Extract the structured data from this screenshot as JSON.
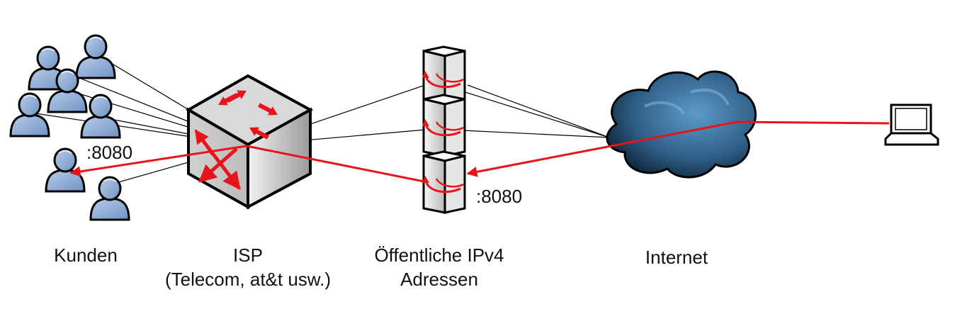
{
  "labels": {
    "kunden": "Kunden",
    "isp_line1": "ISP",
    "isp_line2": "(Telecom, at&t usw.)",
    "public_line1": "Öffentliche IPv4",
    "public_line2": "Adressen",
    "internet": "Internet"
  },
  "ports": {
    "client_port": ":8080",
    "server_port": ":8080"
  },
  "icons": {
    "users": "user-icon",
    "router": "router-switch-icon",
    "servers": "server-icon",
    "cloud": "cloud-icon",
    "laptop": "laptop-icon"
  },
  "colors": {
    "arrow": "#e8141b",
    "user_fill": "#8eabd5",
    "cloud": "#2f5f87",
    "line": "#000000"
  }
}
